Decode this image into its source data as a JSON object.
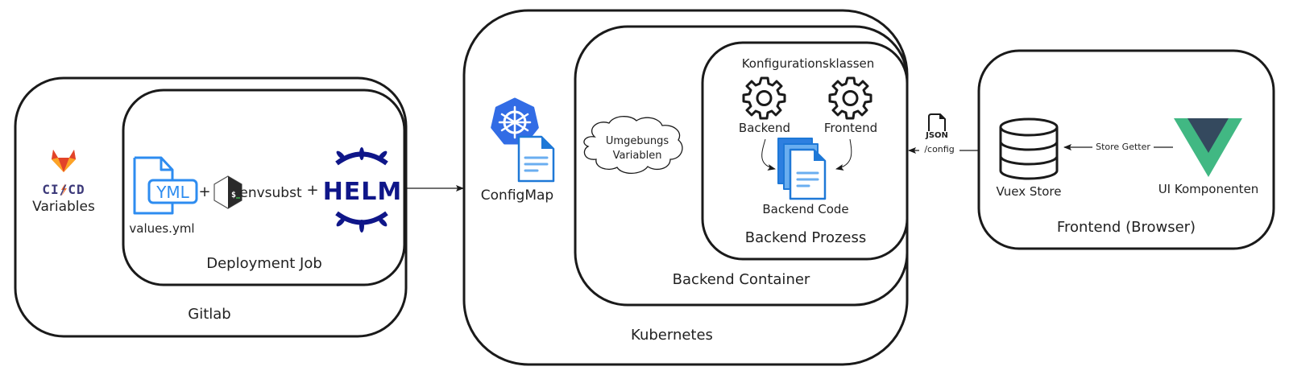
{
  "diagram": {
    "gitlab": {
      "title": "Gitlab",
      "cicd_label": "CI/CD",
      "variables_label": "Variables",
      "deployment_job": {
        "title": "Deployment Job",
        "values_file_label": "values.yml",
        "yml_badge": "YML",
        "plus_sign": "+",
        "envsubst_label": "envsubst",
        "helm_label": "HELM"
      }
    },
    "kubernetes": {
      "title": "Kubernetes",
      "configmap_label": "ConfigMap",
      "backend_container": {
        "title": "Backend Container",
        "env_cloud_line1": "Umgebungs",
        "env_cloud_line2": "Variablen",
        "backend_process": {
          "title": "Backend Prozess",
          "config_classes_label": "Konfigurationsklassen",
          "backend_gear_label": "Backend",
          "frontend_gear_label": "Frontend",
          "backend_code_label": "Backend Code"
        }
      }
    },
    "connector": {
      "json_label": "JSON",
      "endpoint_label": "/config"
    },
    "frontend": {
      "title": "Frontend (Browser)",
      "vuex_store_label": "Vuex Store",
      "store_getter_label": "Store Getter",
      "ui_components_label": "UI Komponenten"
    },
    "colors": {
      "stroke": "#1a1a1a",
      "yml_blue": "#2d8cf0",
      "k8s_blue": "#326ce5",
      "doc_blue": "#1e78d7",
      "doc_light": "#6aaef0",
      "helm_navy": "#0f1689",
      "gitlab_orange": "#e24329",
      "gitlab_light": "#fca326",
      "gitlab_mid": "#fc6d26",
      "cicd_purple": "#3d3a7a",
      "vue_green": "#41b883",
      "vue_dark": "#34495e"
    }
  }
}
